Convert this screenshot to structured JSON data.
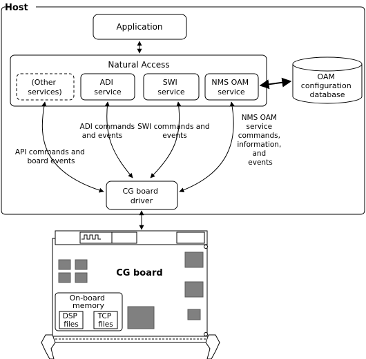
{
  "host": {
    "title": "Host"
  },
  "application": {
    "label": "Application"
  },
  "natural_access": {
    "title": "Natural Access",
    "services": {
      "other": [
        "(Other",
        "services)"
      ],
      "adi": [
        "ADI",
        "service"
      ],
      "swi": [
        "SWI",
        "service"
      ],
      "nms": [
        "NMS OAM",
        "service"
      ]
    }
  },
  "database": {
    "lines": [
      "OAM",
      "configuration",
      "database"
    ]
  },
  "arrow_labels": {
    "api": [
      "API commands and",
      "board events"
    ],
    "adi": [
      "ADI commands",
      "and events"
    ],
    "swi": [
      "SWI commands and",
      "events"
    ],
    "nms": [
      "NMS OAM",
      "service",
      "commands,",
      "information,",
      "and",
      "events"
    ]
  },
  "driver": {
    "lines": [
      "CG board",
      "driver"
    ]
  },
  "board": {
    "title": "CG board",
    "memory": [
      "On-board",
      "memory"
    ],
    "dsp": [
      "DSP",
      "files"
    ],
    "tcp": [
      "TCP",
      "files"
    ]
  },
  "colors": {
    "stroke": "#000000",
    "chip": "#808080",
    "chip_edge": "#5a5a5a"
  }
}
